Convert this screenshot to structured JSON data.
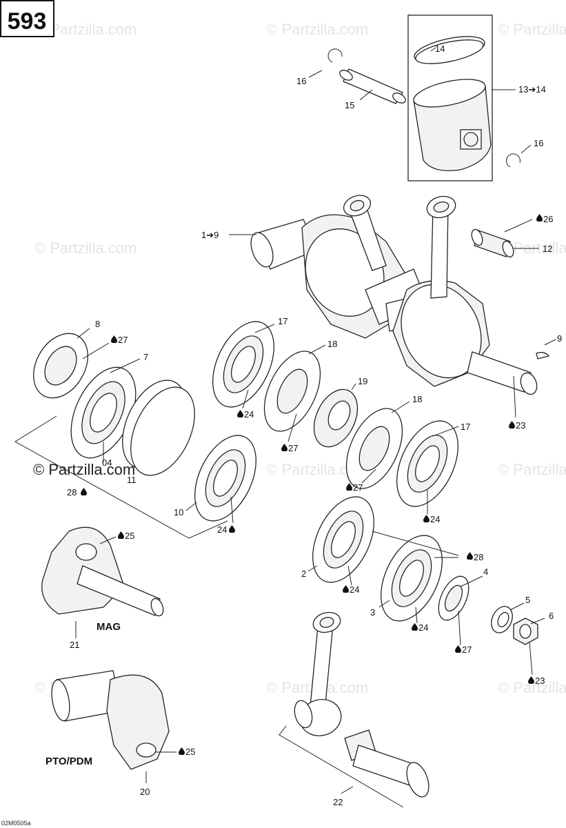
{
  "page_number": "593",
  "diagram_code": "02M0505a",
  "watermark": "© Partzilla.com",
  "watermark_prominent": "© Partzilla.com",
  "drop_icon": "oil-drop-icon",
  "callouts": {
    "c1_9": "1➔9",
    "c2": "2",
    "c3": "3",
    "c4": "4",
    "c5": "5",
    "c6": "6",
    "c7": "7",
    "c8": "8",
    "c9": "9",
    "c10": "10",
    "c11": "11",
    "c12": "12",
    "c13_14": "13➔14",
    "c14": "14",
    "c15": "15",
    "c16a": "16",
    "c16b": "16",
    "c17a": "17",
    "c17b": "17",
    "c18a": "18",
    "c18b": "18",
    "c19": "19",
    "c20": "20",
    "c21": "21",
    "c22": "22",
    "c23a": "23",
    "c23b": "23",
    "c24a": "24",
    "c24b": "24",
    "c24c": "24",
    "c24d": "24",
    "c24e": "24",
    "c25a": "25",
    "c25b": "25",
    "c26": "26",
    "c27a": "27",
    "c27b": "27",
    "c27c": "27",
    "c27d": "27",
    "c28a": "28",
    "c28b": "28",
    "c04": "04"
  },
  "captions": {
    "mag": "MAG",
    "pto": "PTO/PDM"
  }
}
